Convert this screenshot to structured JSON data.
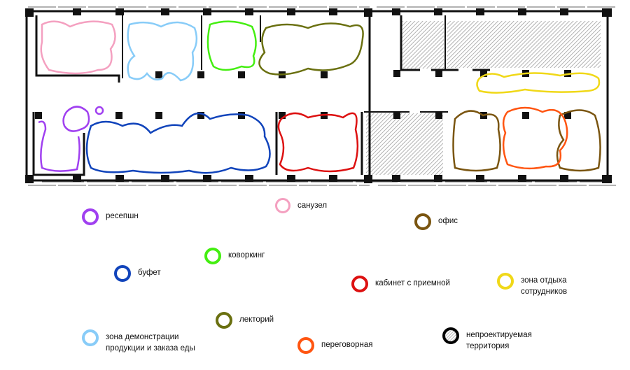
{
  "legend": [
    {
      "id": "reception",
      "label": "ресепшн",
      "color": "#a040f0"
    },
    {
      "id": "wc",
      "label": "санузел",
      "color": "#f4a0c0"
    },
    {
      "id": "office",
      "label": "офис",
      "color": "#7a5510"
    },
    {
      "id": "coworking",
      "label": "коворкинг",
      "color": "#44ee11"
    },
    {
      "id": "buffet",
      "label": "буфет",
      "color": "#1144bb"
    },
    {
      "id": "cabinet",
      "label": "кабинет с приемной",
      "color": "#dd1111"
    },
    {
      "id": "rest",
      "label_line1": "зона отдыха",
      "label_line2": "сотрудников",
      "color": "#f0d818"
    },
    {
      "id": "lecture",
      "label": "лекторий",
      "color": "#6a7010"
    },
    {
      "id": "demo",
      "label_line1": "зона демонстрации",
      "label_line2": "продукции и заказа еды",
      "color": "#88ccf8"
    },
    {
      "id": "meeting",
      "label": "переговорная",
      "color": "#ff5511"
    },
    {
      "id": "unplanned",
      "label_line1": "непроектируемая",
      "label_line2": "территория",
      "color": "#000000"
    }
  ]
}
